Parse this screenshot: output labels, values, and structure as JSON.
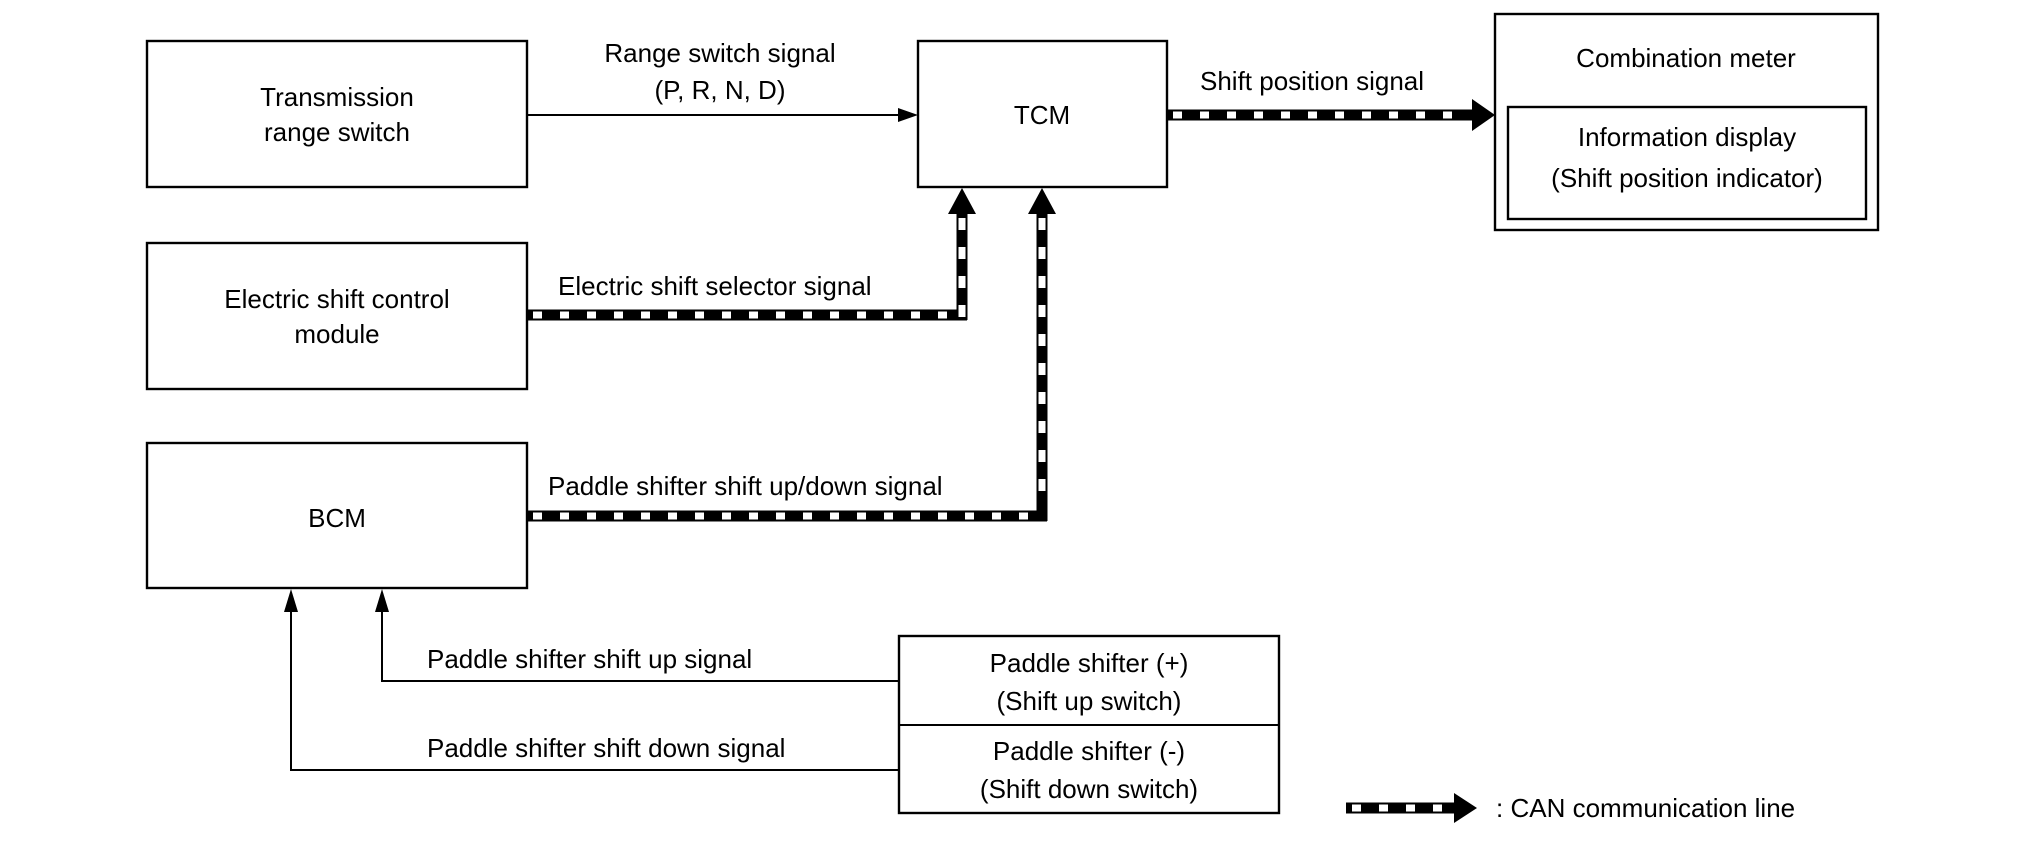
{
  "diagram": {
    "title": "Shift position indication system diagram",
    "colors": {
      "line": "#000000",
      "background": "#ffffff",
      "can_dash": "#ffffff"
    },
    "nodes": {
      "transmission_range_switch": {
        "lines": [
          "Transmission",
          "range switch"
        ]
      },
      "electric_shift_control_module": {
        "lines": [
          "Electric shift control",
          "module"
        ]
      },
      "bcm": {
        "lines": [
          "BCM"
        ]
      },
      "tcm": {
        "lines": [
          "TCM"
        ]
      },
      "combination_meter": {
        "title": "Combination meter",
        "information_display": {
          "lines": [
            "Information display",
            "(Shift position indicator)"
          ]
        }
      },
      "paddle_shifter_plus": {
        "lines": [
          "Paddle shifter (+)",
          "(Shift up switch)"
        ]
      },
      "paddle_shifter_minus": {
        "lines": [
          "Paddle shifter (-)",
          "(Shift down switch)"
        ]
      }
    },
    "connections": {
      "range_switch_signal": {
        "lines": [
          "Range switch signal",
          "(P, R, N, D)"
        ],
        "from": "Transmission range switch",
        "to": "TCM",
        "type": "wire"
      },
      "shift_position_signal": {
        "label": "Shift position signal",
        "from": "TCM",
        "to": "Combination meter",
        "type": "CAN"
      },
      "electric_shift_selector_signal": {
        "label": "Electric shift selector signal",
        "from": "Electric shift control module",
        "to": "TCM",
        "type": "CAN"
      },
      "paddle_shifter_up_down_signal": {
        "label": "Paddle shifter shift up/down signal",
        "from": "BCM",
        "to": "TCM",
        "type": "CAN"
      },
      "paddle_shifter_up_signal": {
        "label": "Paddle shifter shift up signal",
        "from": "Paddle shifter (+)",
        "to": "BCM",
        "type": "wire"
      },
      "paddle_shifter_down_signal": {
        "label": "Paddle shifter shift down signal",
        "from": "Paddle shifter (-)",
        "to": "BCM",
        "type": "wire"
      }
    },
    "legend": {
      "can_line_icon": "can-communication-line-arrow",
      "label": ": CAN communication line"
    }
  }
}
